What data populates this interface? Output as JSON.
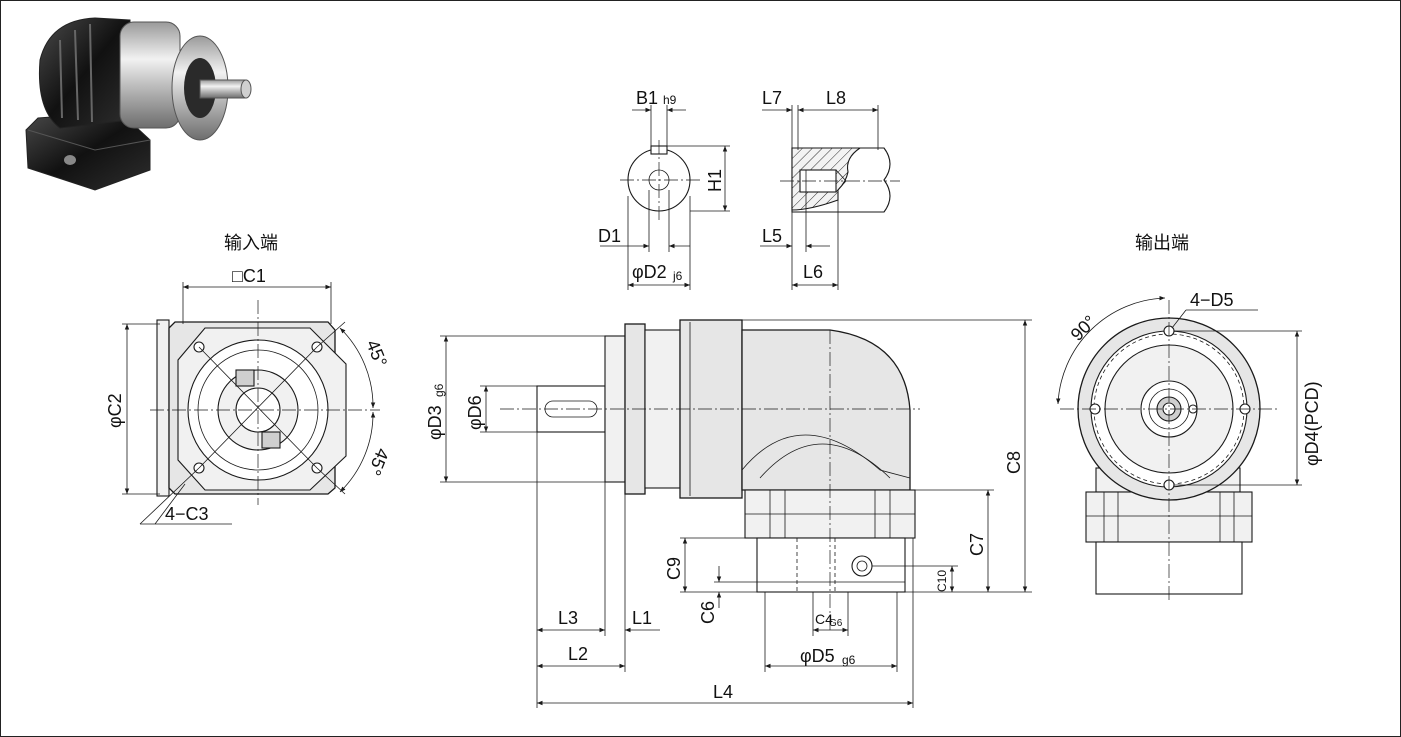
{
  "titles": {
    "input_end": "输入端",
    "output_end": "输出端"
  },
  "labels": {
    "c1": "□C1",
    "c2": "φC2",
    "c3": "4−C3",
    "ang_top": "45°",
    "ang_bot": "45°",
    "b1": "B1",
    "b1_sub": "h9",
    "h1": "H1",
    "d1": "D1",
    "d2": "φD2",
    "d2_sub": "j6",
    "l7": "L7",
    "l8": "L8",
    "l5": "L5",
    "l6": "L6",
    "d3": "φD3",
    "d3_sub": "g6",
    "d6": "φD6",
    "c8": "C8",
    "c7": "C7",
    "c9": "C9",
    "c6": "C6",
    "c10": "C10",
    "c4": "C4",
    "c4_sub": "G6",
    "l3": "L3",
    "l1": "L1",
    "l2": "L2",
    "d5": "φD5",
    "d5_sub": "g6",
    "l4": "L4",
    "d5_holes": "4−D5",
    "ang_90": "90°",
    "d4": "φD4(PCD)"
  },
  "colors": {
    "line": "#1a1a1a",
    "body_fill": "#e6e6e6",
    "background": "#ffffff"
  }
}
